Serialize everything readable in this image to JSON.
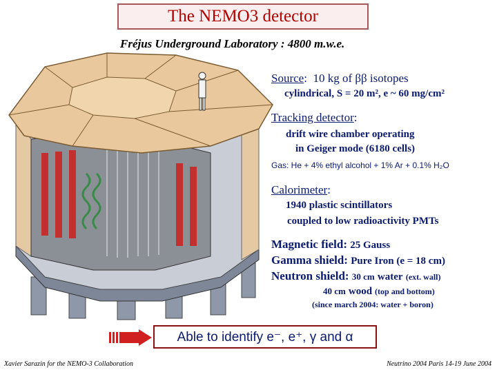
{
  "title": "The NEMO3 detector",
  "subtitle": "Fréjus Underground Laboratory  : 4800 m.w.e.",
  "source": {
    "heading": "Source",
    "text": "10 kg of ββ isotopes",
    "detail": "cylindrical, S = 20 m², e ~ 60 mg/cm²"
  },
  "tracking": {
    "heading": "Tracking detector",
    "line1": "drift wire chamber operating",
    "line2": "in Geiger mode (6180 cells)",
    "gas": "Gas: He + 4% ethyl alcohol + 1% Ar + 0.1% H₂O"
  },
  "calorimeter": {
    "heading": "Calorimeter",
    "line1": "1940 plastic scintillators",
    "line2": "coupled to low radioactivity PMTs"
  },
  "magnetic": {
    "label": "Magnetic field:",
    "value": "25 Gauss"
  },
  "gamma": {
    "label": "Gamma shield:",
    "value": "Pure Iron (e = 18 cm)"
  },
  "neutron": {
    "label": "Neutron shield:",
    "value1a": "30 cm",
    "value1b": "water",
    "value1c": "(ext. wall)",
    "value2a": "40 cm",
    "value2b": "wood",
    "value2c": "(top and bottom)",
    "note": "(since march 2004: water + boron)"
  },
  "identify": "Able to identify e⁻, e⁺, γ and α",
  "footer_left": "Xavier Sarazin for the NEMO-3 Collaboration",
  "footer_right": "Neutrino 2004 Paris 14-19 June 2004",
  "colors": {
    "title": "#b00000",
    "text_blue": "#0a1a6e",
    "arrow": "#d02020"
  }
}
